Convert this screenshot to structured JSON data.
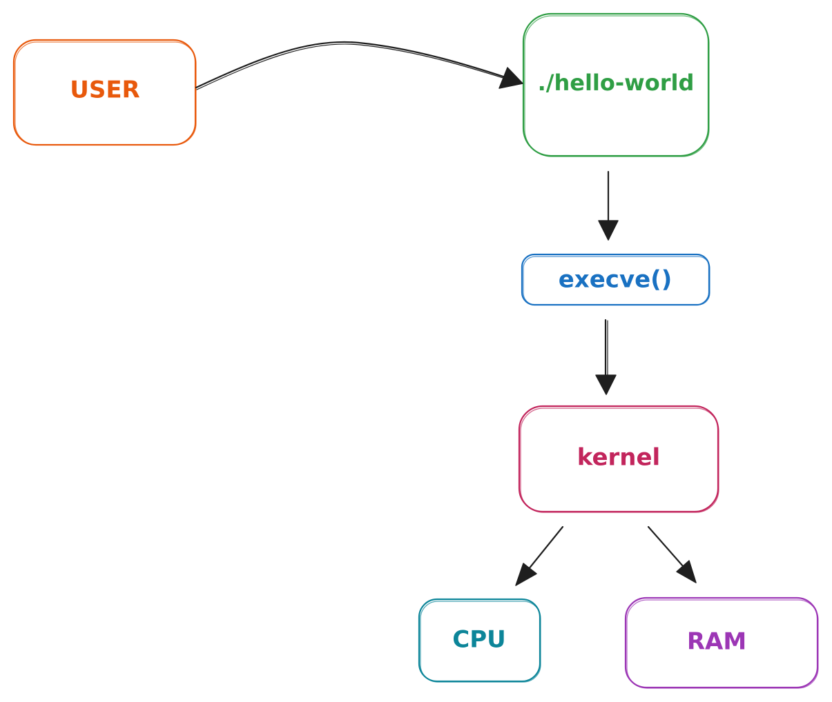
{
  "diagram": {
    "nodes": [
      {
        "id": "user",
        "label": "USER",
        "color": "#e8590c"
      },
      {
        "id": "hello",
        "label": "./hello-world",
        "color": "#2f9e44"
      },
      {
        "id": "execve",
        "label": "execve()",
        "color": "#1971c2"
      },
      {
        "id": "kernel",
        "label": "kernel",
        "color": "#c2255c"
      },
      {
        "id": "cpu",
        "label": "CPU",
        "color": "#0c8599"
      },
      {
        "id": "ram",
        "label": "RAM",
        "color": "#9c36b5"
      }
    ],
    "edges": [
      {
        "from": "user",
        "to": "hello"
      },
      {
        "from": "hello",
        "to": "execve"
      },
      {
        "from": "execve",
        "to": "kernel"
      },
      {
        "from": "kernel",
        "to": "cpu"
      },
      {
        "from": "kernel",
        "to": "ram"
      }
    ]
  }
}
